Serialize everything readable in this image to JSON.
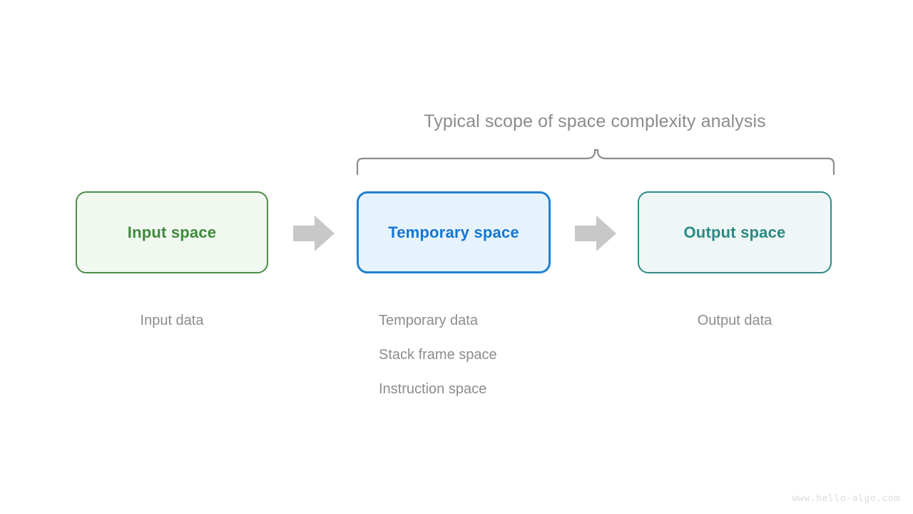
{
  "diagram": {
    "scope_title": "Typical scope of space complexity analysis",
    "watermark": "www.hello-algo.com",
    "boxes": [
      {
        "id": "input-space",
        "label": "Input space",
        "border_color": "#4c8c4a",
        "fill_color": "#f1f8f0",
        "text_color": "#3f8a3c"
      },
      {
        "id": "temporary-space",
        "label": "Temporary space",
        "border_color": "#1f80d0",
        "fill_color": "#e7f3fc",
        "text_color": "#1277d4"
      },
      {
        "id": "output-space",
        "label": "Output space",
        "border_color": "#2e8b86",
        "fill_color": "#eef7f5",
        "text_color": "#2b8a84"
      }
    ],
    "arrows": [
      {
        "id": "arrow-input-to-temporary",
        "color": "#c8c8c8"
      },
      {
        "id": "arrow-temporary-to-output",
        "color": "#c8c8c8"
      }
    ],
    "brace": {
      "color": "#8c8c8c",
      "spans": [
        "temporary-space",
        "output-space"
      ]
    },
    "captions": {
      "input": [
        "Input data"
      ],
      "temporary": [
        "Temporary data",
        "Stack frame space",
        "Instruction space"
      ],
      "output": [
        "Output data"
      ],
      "text_color": "#8c8c8c"
    }
  }
}
